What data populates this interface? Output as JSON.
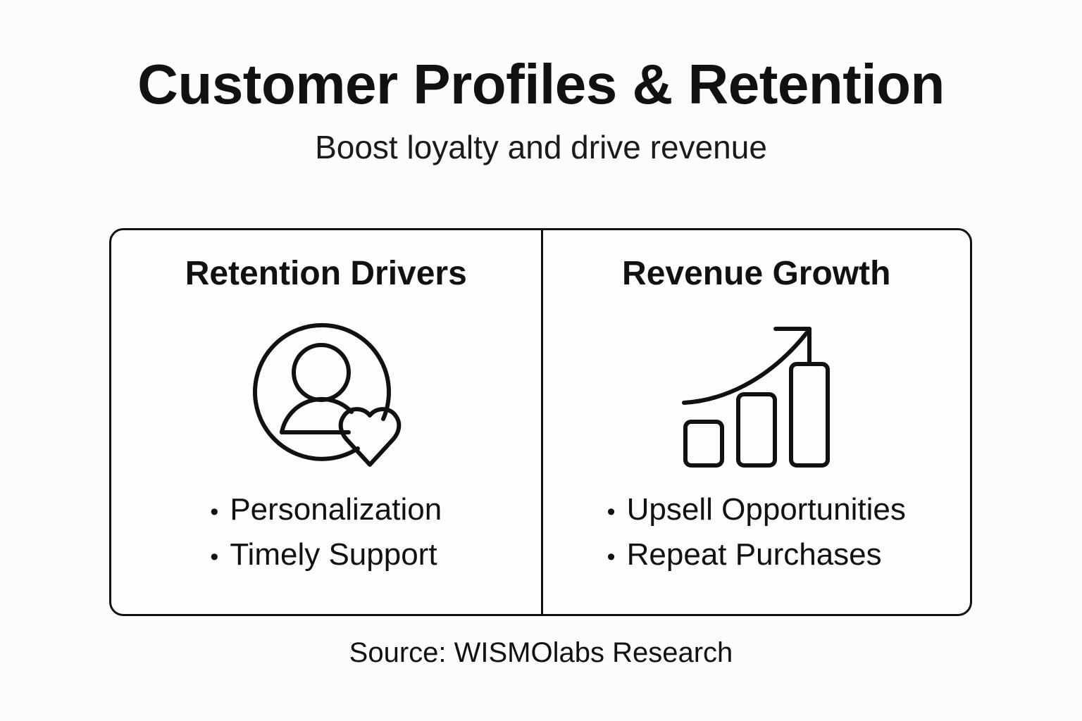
{
  "header": {
    "title": "Customer Profiles & Retention",
    "subtitle": "Boost loyalty and drive revenue"
  },
  "panels": [
    {
      "id": "retention-drivers",
      "title": "Retention Drivers",
      "icon": "user-heart-icon",
      "bullet_marker": "•",
      "bullets": [
        "Personalization",
        "Timely Support"
      ]
    },
    {
      "id": "revenue-growth",
      "title": "Revenue Growth",
      "icon": "growth-bar-chart-icon",
      "bullet_marker": "•",
      "bullets": [
        "Upsell Opportunities",
        "Repeat Purchases"
      ]
    }
  ],
  "footer": {
    "source": "Source: WISMOlabs Research"
  },
  "colors": {
    "background": "#fcfcfc",
    "ink": "#111111",
    "panel_border": "#111111"
  }
}
